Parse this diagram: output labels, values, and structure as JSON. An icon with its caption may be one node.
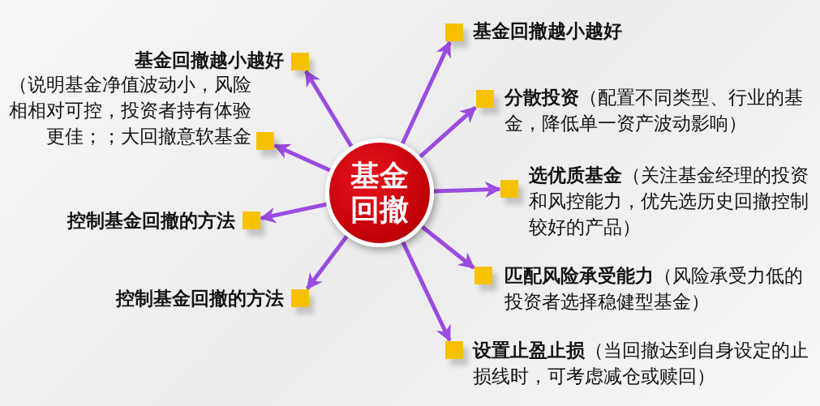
{
  "diagram": {
    "nodes": [
      {
        "text": [
          "基金回撤"
        ]
      },
      {
        "text": [],
        "shape": "box",
        "beside": [
          "基金回撤越小越好"
        ]
      },
      {
        "text": [],
        "shape": "box",
        "beside": [
          "基金回撤越小越好"
        ]
      },
      {
        "text": [],
        "shape": "box",
        "beside": [
          "**分散投资**（配置不同类型、行业的基金，降低单一资产波动影响）"
        ]
      },
      {
        "text": [],
        "shape": "box",
        "beside": [
          "（说明基金净值波动小，风险相相对可控，投资者持有体验更佳；；大回撤意软基金"
        ]
      },
      {
        "text": [],
        "shape": "box",
        "beside": [
          "**选优质基金**（关注基金经理的投资和风控能力，优先选历史回撤控制较好的产品）"
        ]
      },
      {
        "text": [],
        "shape": "box",
        "beside": [
          "控制基金回撤的方法"
        ]
      },
      {
        "text": [],
        "shape": "box",
        "beside": [
          "**匹配风险承受能力**（风险承受力低的投资者选择稳健型基金）"
        ]
      },
      {
        "text": [],
        "shape": "box",
        "beside": [
          "控制基金回撤的方法"
        ]
      },
      {
        "text": [],
        "shape": "box",
        "beside": [
          "**设置止盈止损**（当回撤达到自身设定的止损线时，可考虑减仓或赎回）"
        ]
      }
    ],
    "edges": [
      {
        "from": 0,
        "to": 1,
        "arrow": "to"
      },
      {
        "from": 0,
        "to": 2,
        "arrow": "to"
      },
      {
        "from": 0,
        "to": 3,
        "arrow": "to"
      },
      {
        "from": 0,
        "to": 4,
        "arrow": "to"
      },
      {
        "from": 0,
        "to": 5,
        "arrow": "to"
      },
      {
        "from": 0,
        "to": 6,
        "arrow": "to"
      },
      {
        "from": 0,
        "to": 7,
        "arrow": "to"
      },
      {
        "from": 0,
        "to": 8,
        "arrow": "to"
      },
      {
        "from": 0,
        "to": 9,
        "arrow": "to"
      }
    ]
  }
}
